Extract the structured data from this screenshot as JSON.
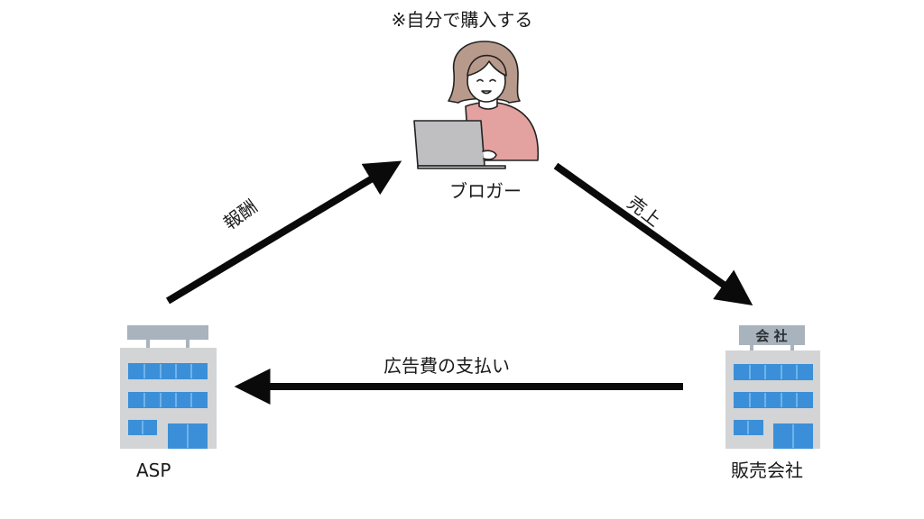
{
  "note": "※自分で購入する",
  "nodes": {
    "blogger": "ブロガー",
    "asp": "ASP",
    "seller": "販売会社",
    "seller_sign": "会 社"
  },
  "edges": {
    "reward": "報酬",
    "sales": "売上",
    "ad_fee": "広告費の支払い"
  },
  "colors": {
    "arrow": "#0a0a0a",
    "building": "#d3d4d6",
    "window": "#3b8fd8",
    "sign": "#a9b3bd",
    "hair": "#b89a8c",
    "shirt": "#e3a1a0",
    "laptop": "#bfbfc2"
  }
}
